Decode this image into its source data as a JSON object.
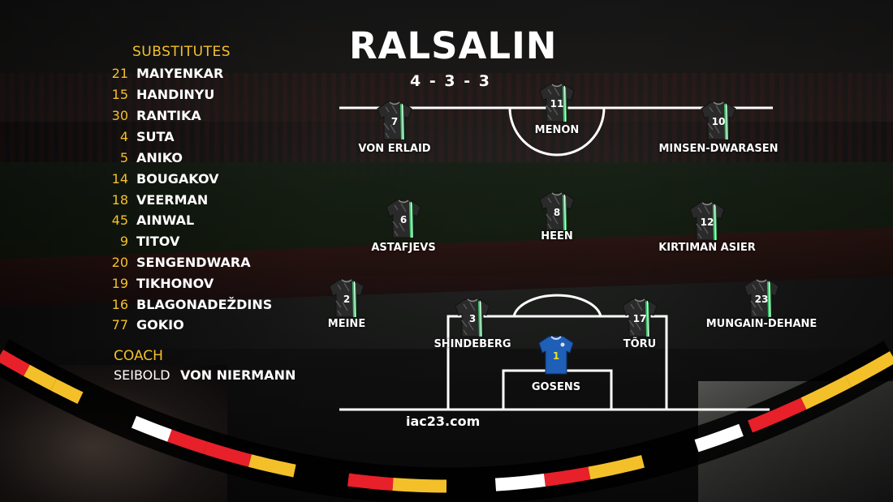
{
  "team": {
    "name": "RALSALIN",
    "formation": "4-3-3"
  },
  "substitutes_title": "SUBSTITUTES",
  "substitutes": [
    {
      "number": "21",
      "name": "MAIYENKAR"
    },
    {
      "number": "15",
      "name": "HANDINYU"
    },
    {
      "number": "30",
      "name": "RANTIKA"
    },
    {
      "number": "4",
      "name": "SUTA"
    },
    {
      "number": "5",
      "name": "ANIKO"
    },
    {
      "number": "14",
      "name": "BOUGAKOV"
    },
    {
      "number": "18",
      "name": "VEERMAN"
    },
    {
      "number": "45",
      "name": "AINWAL"
    },
    {
      "number": "9",
      "name": "TITOV"
    },
    {
      "number": "20",
      "name": "SENGENDWARA"
    },
    {
      "number": "19",
      "name": "TIKHONOV"
    },
    {
      "number": "16",
      "name": "BLAGONADEŽDINS"
    },
    {
      "number": "77",
      "name": "GOKIO"
    }
  ],
  "coach": {
    "title": "COACH",
    "first_name": "SEIBOLD",
    "last_name": "VON NIERMANN"
  },
  "players": [
    {
      "number": "7",
      "name": "VON ERLAID",
      "kit": "outfield"
    },
    {
      "number": "11",
      "name": "MENON",
      "kit": "outfield"
    },
    {
      "number": "10",
      "name": "MINSEN-DWARASEN",
      "kit": "outfield"
    },
    {
      "number": "6",
      "name": "ASTAFJEVS",
      "kit": "outfield"
    },
    {
      "number": "8",
      "name": "HEEN",
      "kit": "outfield"
    },
    {
      "number": "12",
      "name": "KIRTIMAN ASIER",
      "kit": "outfield"
    },
    {
      "number": "2",
      "name": "MEINE",
      "kit": "outfield"
    },
    {
      "number": "3",
      "name": "SHINDEBERG",
      "kit": "outfield"
    },
    {
      "number": "17",
      "name": "TÕRU",
      "kit": "outfield"
    },
    {
      "number": "23",
      "name": "MUNGAIN-DEHANE",
      "kit": "outfield"
    },
    {
      "number": "1",
      "name": "GOSENS",
      "kit": "goalkeeper"
    }
  ],
  "website": "iac23.com",
  "colors": {
    "accent": "#f4c02a",
    "stripe_red": "#e8202a",
    "stripe_yellow": "#f4c02a",
    "stripe_white": "#ffffff",
    "outfield_kit": "#2a2a2a",
    "outfield_stripe": "#3cc36a",
    "gk_kit": "#1f5fb8",
    "gk_number": "#e8e030"
  }
}
